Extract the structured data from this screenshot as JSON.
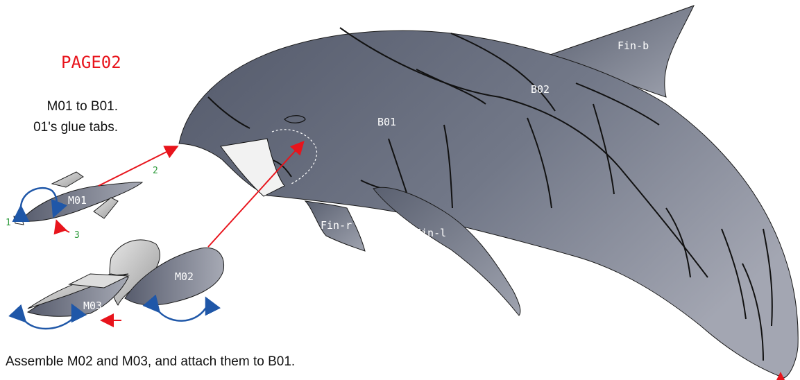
{
  "page_label": "PAGE02",
  "instructions": {
    "line1": "M01 to B01.",
    "line2": "01's glue tabs.",
    "line3": "Assemble M02 and M03, and attach them to B01."
  },
  "parts": {
    "b01": "B01",
    "b02": "B02",
    "fin_b": "Fin-b",
    "fin_r": "Fin-r",
    "fin_l": "Fin-l",
    "m01": "M01",
    "m02": "M02",
    "m03": "M03"
  },
  "steps": {
    "s1": "1",
    "s2": "2",
    "s3": "3"
  },
  "colors": {
    "body_dark": "#5d6273",
    "body_light": "#a7aab5",
    "arrow_red": "#e8141c",
    "arrow_blue": "#1f57a8",
    "step_green": "#2e9b3c",
    "part_grey": "#cfd0d2"
  }
}
